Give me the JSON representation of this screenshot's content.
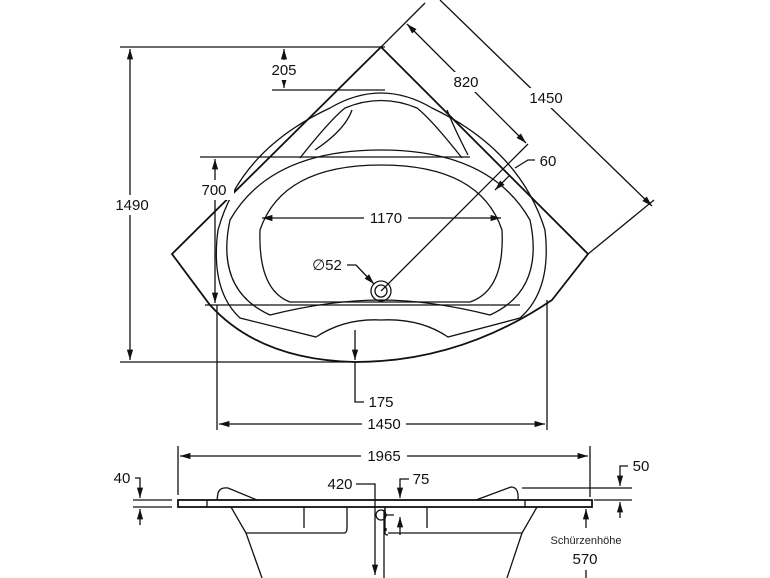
{
  "top_view": {
    "dim_height": "1490",
    "dim_seat_depth": "205",
    "dim_inner_depth": "700",
    "dim_inner_width": "1170",
    "dim_drain_diameter": "∅52",
    "dim_rim": "60",
    "dim_diagonal_drain": "820",
    "dim_side_length": "1450",
    "dim_front_offset": "175",
    "dim_width": "1450"
  },
  "side_view": {
    "dim_overall_length": "1965",
    "dim_rim_height": "40",
    "dim_tub_depth": "420",
    "dim_drain_offset": "75",
    "dim_headrest": "50",
    "apron_label": "Schürzenhöhe",
    "apron_height": "570"
  }
}
